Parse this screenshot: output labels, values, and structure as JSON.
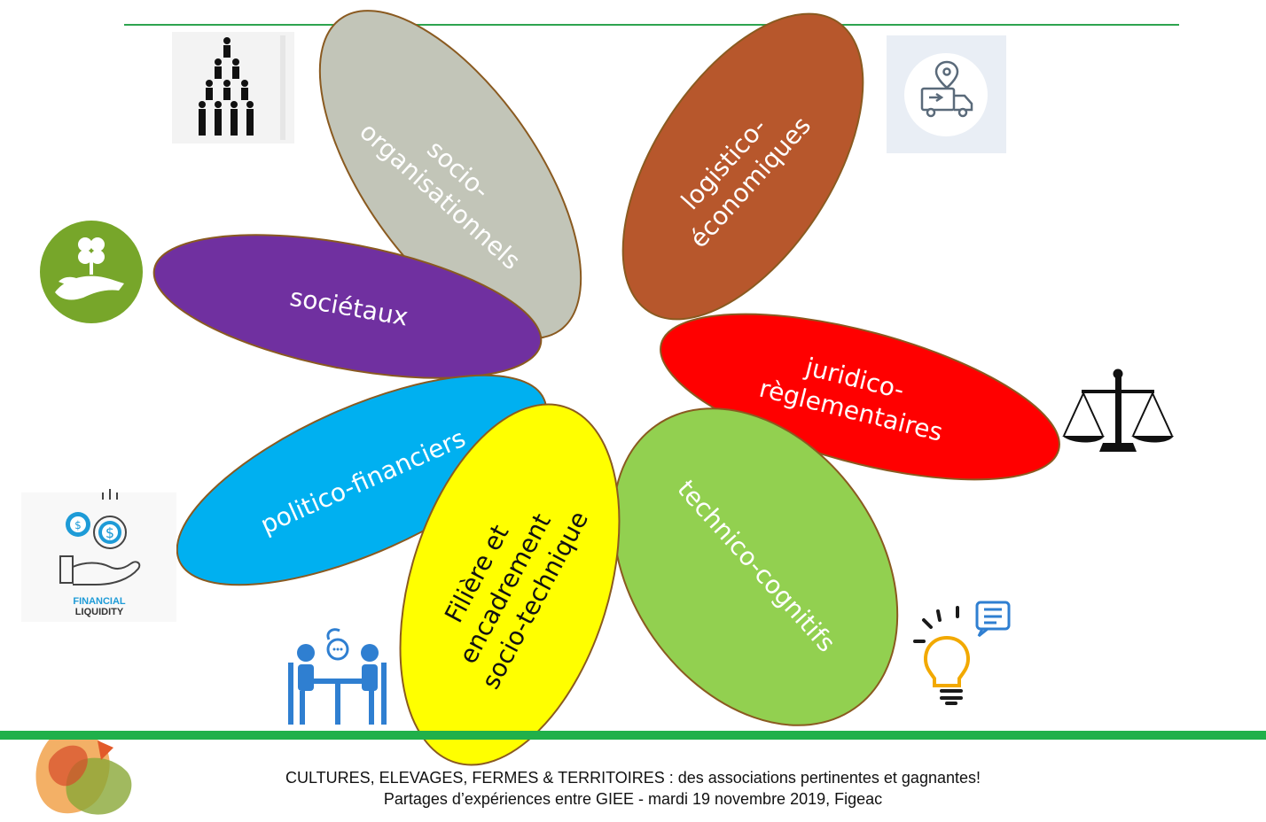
{
  "petals": [
    {
      "id": "socio",
      "lines": [
        "socio-",
        "organisationnels"
      ],
      "color": "#c2c5b8"
    },
    {
      "id": "logistico",
      "lines": [
        "logistico-",
        "économiques"
      ],
      "color": "#b7572c"
    },
    {
      "id": "societaux",
      "lines": [
        "sociétaux"
      ],
      "color": "#7030a0"
    },
    {
      "id": "juridico",
      "lines": [
        "juridico-",
        "règlementaires"
      ],
      "color": "#ff0000"
    },
    {
      "id": "politico",
      "lines": [
        "politico-financiers"
      ],
      "color": "#00b0f0"
    },
    {
      "id": "technico",
      "lines": [
        "technico-cognitifs"
      ],
      "color": "#92d050"
    },
    {
      "id": "filiere",
      "lines": [
        "Filière et",
        "encadrement",
        "socio-technique"
      ],
      "color": "#ffff00"
    }
  ],
  "icons": {
    "financial_line1": "FINANCIAL",
    "financial_line2": "LIQUIDITY"
  },
  "footer": {
    "line1": "CULTURES, ELEVAGES, FERMES & TERRITOIRES : des associations pertinentes et gagnantes!",
    "line2": "Partages d’expériences entre GIEE -  mardi 19 novembre 2019, Figeac"
  }
}
